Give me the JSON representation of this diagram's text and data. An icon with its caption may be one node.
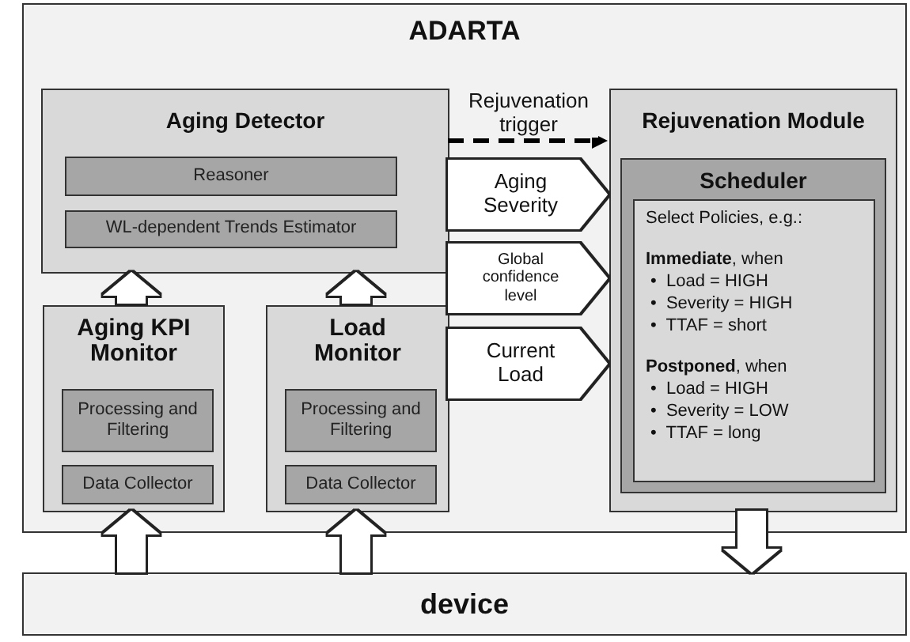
{
  "diagram": {
    "nodes": [
      {
        "text": [
          "ADARTA"
        ]
      },
      {
        "text": [
          "Aging Detector"
        ],
        "in": 0
      },
      {
        "text": [
          "Reasoner"
        ],
        "in": 1
      },
      {
        "text": [
          "WL-dependent Trends Estimator"
        ],
        "in": 1
      },
      {
        "text": [
          "Aging KPI Monitor"
        ],
        "in": 0
      },
      {
        "text": [
          "Processing and Filtering"
        ],
        "in": 4
      },
      {
        "text": [
          "Data Collector"
        ],
        "in": 4
      },
      {
        "text": [
          "Load Monitor"
        ],
        "in": 0
      },
      {
        "text": [
          "Processing and Filtering"
        ],
        "in": 7
      },
      {
        "text": [
          "Data Collector"
        ],
        "in": 7
      },
      {
        "text": [
          "Rejuvenation Module"
        ],
        "in": 0
      },
      {
        "text": [
          "Scheduler"
        ],
        "in": 10
      },
      {
        "text": [
          "Select Policies, e.g.:",
          "**Immediate**, when",
          "•  Load = HIGH",
          "•  Severity = HIGH",
          "•  TTAF = short",
          "**Postponed**, when",
          "•  Load = HIGH",
          "•  Severity = LOW",
          "•  TTAF = long"
        ],
        "in": 11
      },
      {
        "text": [
          "device"
        ]
      }
    ],
    "edges": [
      {
        "from": 4,
        "to": 1,
        "arrow": "to"
      },
      {
        "from": 7,
        "to": 1,
        "arrow": "to"
      },
      {
        "from": 1,
        "to": 10,
        "arrow": "to",
        "style": "dashed",
        "color": "#000000",
        "label": "Rejuvenation trigger"
      },
      {
        "from": 1,
        "to": 10,
        "arrow": "to",
        "style": "thick",
        "label": "Aging Severity"
      },
      {
        "from": 1,
        "to": 10,
        "arrow": "to",
        "style": "thick",
        "label": "Global confidence level"
      },
      {
        "from": 7,
        "to": 10,
        "arrow": "to",
        "style": "thick",
        "label": "Current Load"
      },
      {
        "from": 13,
        "to": 4,
        "arrow": "to"
      },
      {
        "from": 13,
        "to": 7,
        "arrow": "to"
      },
      {
        "from": 10,
        "to": 13,
        "arrow": "to"
      }
    ]
  }
}
